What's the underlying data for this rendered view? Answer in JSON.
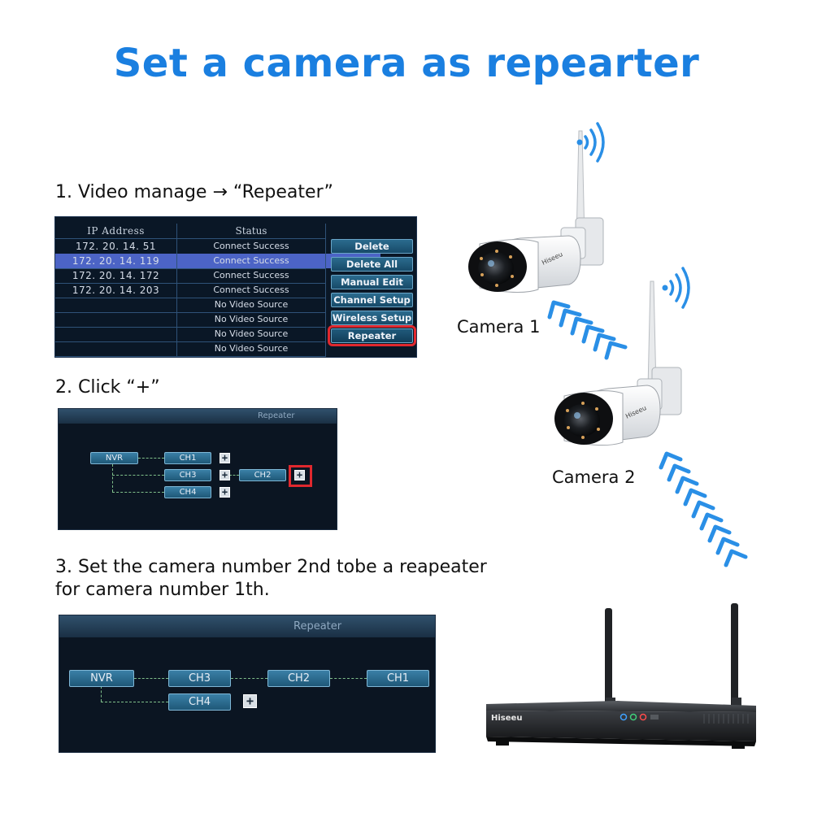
{
  "title": "Set a camera as repearter",
  "steps": {
    "step1": "1. Video manage → “Repeater”",
    "step2": "2. Click “+”",
    "step3_line1": "3. Set the camera number 2nd tobe a reapeater",
    "step3_line2": "for camera number 1th."
  },
  "video_manage": {
    "columns": [
      "IP Address",
      "Status"
    ],
    "rows": [
      {
        "ip": "172. 20. 14. 51",
        "status": "Connect Success",
        "selected": false
      },
      {
        "ip": "172. 20. 14. 119",
        "status": "Connect Success",
        "selected": true
      },
      {
        "ip": "172. 20. 14. 172",
        "status": "Connect Success",
        "selected": false
      },
      {
        "ip": "172. 20. 14. 203",
        "status": "Connect Success",
        "selected": false
      },
      {
        "ip": "",
        "status": "No Video Source",
        "selected": false
      },
      {
        "ip": "",
        "status": "No Video Source",
        "selected": false
      },
      {
        "ip": "",
        "status": "No Video Source",
        "selected": false
      },
      {
        "ip": "",
        "status": "No Video Source",
        "selected": false
      }
    ],
    "buttons": [
      "Delete",
      "Delete All",
      "Manual Edit",
      "Channel Setup",
      "Wireless Setup",
      "Repeater"
    ],
    "highlighted_button": "Repeater"
  },
  "repeater_step2": {
    "title": "Repeater",
    "nodes": {
      "nvr": "NVR",
      "ch1": "CH1",
      "ch3": "CH3",
      "ch4": "CH4",
      "ch2": "CH2"
    },
    "plus": "+"
  },
  "repeater_step3": {
    "title": "Repeater",
    "nodes": {
      "nvr": "NVR",
      "ch3": "CH3",
      "ch2": "CH2",
      "ch1": "CH1",
      "ch4": "CH4"
    },
    "plus": "+"
  },
  "illustration": {
    "camera1_label": "Camera 1",
    "camera2_label": "Camera 2",
    "camera_brand": "Hiseeu",
    "nvr_brand": "Hiseeu"
  },
  "colors": {
    "title_blue": "#1a7fe0",
    "highlight_red": "#e0282e",
    "signal_blue": "#2a8fe6"
  }
}
